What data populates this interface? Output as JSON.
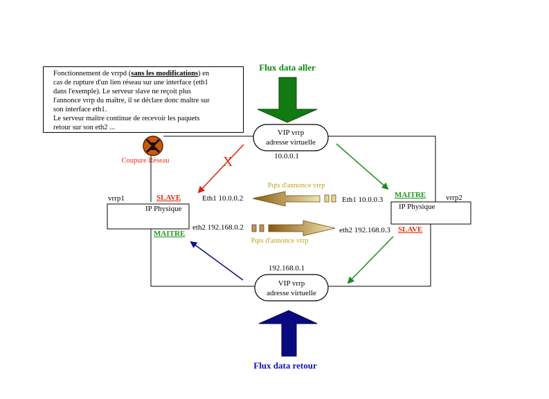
{
  "note": {
    "line1_prefix": "Fonctionnement  de vrrpd (",
    "line1_bold": "sans les modifications",
    "line1_suffix": ") en",
    "lines": [
      "cas de rupture d'un lien réseau sur une interface (eth1",
      "dans  l'exemple). Le serveur slave ne reçoit plus",
      "l'annonce vrrp du maître, il se déclare donc maître sur",
      "son interface eth1.",
      "Le serveur maître continue de recevoir les paquets",
      "retour sur son eth2 ..."
    ]
  },
  "flux_aller": "Flux data aller",
  "flux_retour": "Flux data retour",
  "vip_top": {
    "line1": "VIP vrrp",
    "line2": "adresse virtuelle",
    "ip": "10.0.0.1"
  },
  "vip_bottom": {
    "line1": "VIP vrrp",
    "line2": "adresse virtuelle",
    "ip": "192.168.0.1"
  },
  "coupure": "Coupure Réseau",
  "cut_mark": "X",
  "vrrp1": {
    "name": "vrrp1",
    "label": "IP Physique",
    "state_top": "SLAVE",
    "state_bottom": "MAITRE",
    "eth1": "Eth1 10.0.0.2",
    "eth2": "eth2 192.168.0.2"
  },
  "vrrp2": {
    "name": "vrrp2",
    "label": "IP Physique",
    "state_top": "MAITRE",
    "state_bottom": "SLAVE",
    "eth1": "Eth1 10.0.0.3",
    "eth2": "eth2 192.168.0.3"
  },
  "pqts_top": "Pqts d'annonce vrrp",
  "pqts_bottom": "Pqts d'annonce vrrp",
  "colors": {
    "green": "#0a8a0a",
    "dark_green": "#1e7a1e",
    "blue": "#1010c0",
    "navy": "#0a0a80",
    "red": "#e03010",
    "gold": "#c0a040",
    "gold_text": "#c0a020"
  }
}
